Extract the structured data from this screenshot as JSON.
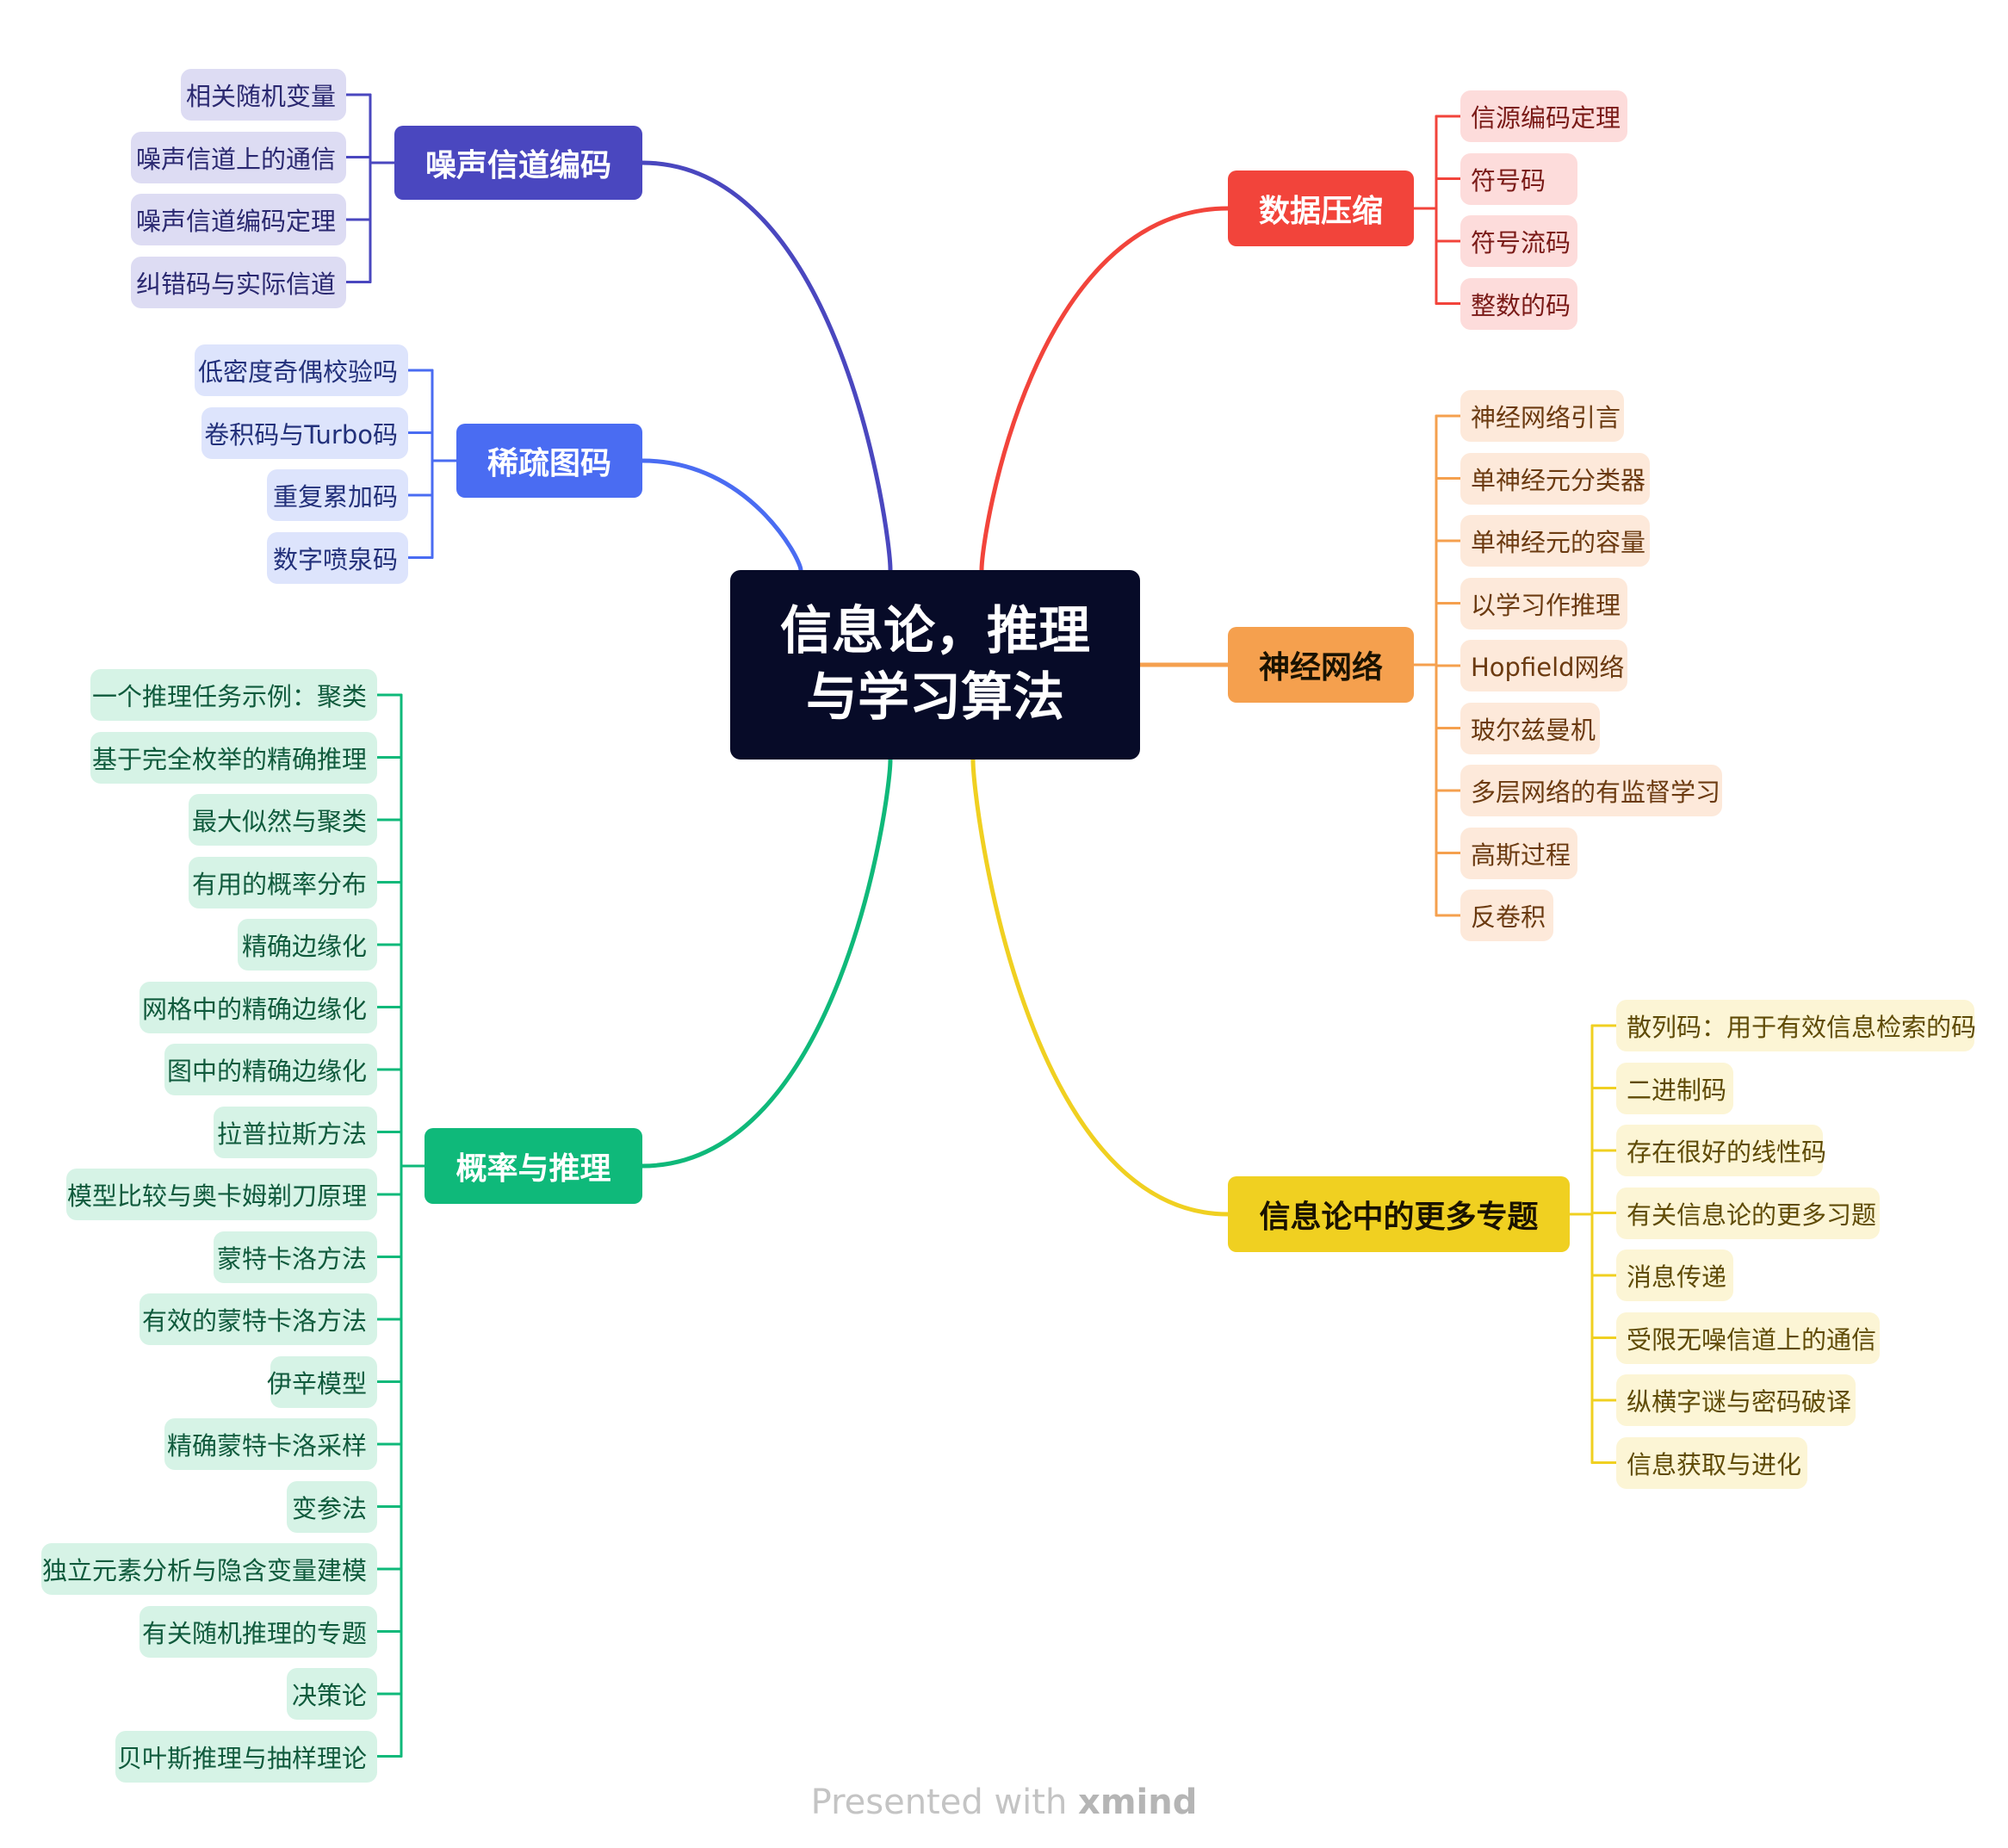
{
  "central": {
    "line1": "信息论，推理",
    "line2": "与学习算法"
  },
  "branches": [
    {
      "key": "noise",
      "title": "噪声信道编码",
      "side": "left",
      "color": "#4a47bf",
      "fill": "#dddcf3",
      "textColor": "#2a2870",
      "subs": [
        "相关随机变量",
        "噪声信道上的通信",
        "噪声信道编码定理",
        "纠错码与实际信道"
      ]
    },
    {
      "key": "sparse",
      "title": "稀疏图码",
      "side": "left",
      "color": "#4a6cf2",
      "fill": "#dde4fc",
      "textColor": "#22307a",
      "subs": [
        "低密度奇偶校验吗",
        "卷积码与Turbo码",
        "重复累加码",
        "数字喷泉码"
      ]
    },
    {
      "key": "prob",
      "title": "概率与推理",
      "side": "left",
      "color": "#0fb97a",
      "fill": "#d6f3e6",
      "textColor": "#0f5a3c",
      "subs": [
        "一个推理任务示例：聚类",
        "基于完全枚举的精确推理",
        "最大似然与聚类",
        "有用的概率分布",
        "精确边缘化",
        "网格中的精确边缘化",
        "图中的精确边缘化",
        "拉普拉斯方法",
        "模型比较与奥卡姆剃刀原理",
        "蒙特卡洛方法",
        "有效的蒙特卡洛方法",
        "伊辛模型",
        "精确蒙特卡洛采样",
        "变参法",
        "独立元素分析与隐含变量建模",
        "有关随机推理的专题",
        "决策论",
        "贝叶斯推理与抽样理论"
      ]
    },
    {
      "key": "compress",
      "title": "数据压缩",
      "side": "right",
      "color": "#f2443b",
      "fill": "#fddcdb",
      "textColor": "#7a1a17",
      "subs": [
        "信源编码定理",
        "符号码",
        "符号流码",
        "整数的码"
      ]
    },
    {
      "key": "neural",
      "title": "神经网络",
      "side": "right",
      "color": "#f5a04e",
      "fill": "#fde9da",
      "textColor": "#6b3a10",
      "subs": [
        "神经网络引言",
        "单神经元分类器",
        "单神经元的容量",
        "以学习作推理",
        "Hopfield网络",
        "玻尔兹曼机",
        "多层网络的有监督学习",
        "高斯过程",
        "反卷积"
      ]
    },
    {
      "key": "more",
      "title": "信息论中的更多专题",
      "side": "right",
      "color": "#f0d021",
      "fill": "#fcf5d5",
      "textColor": "#5f4b06",
      "subs": [
        "散列码：用于有效信息检索的码",
        "二进制码",
        "存在很好的线性码",
        "有关信息论的更多习题",
        "消息传递",
        "受限无噪信道上的通信",
        "纵横字谜与密码破译",
        "信息获取与进化"
      ]
    }
  ],
  "footer": {
    "prefix": "Presented with ",
    "brand": "xmind"
  }
}
